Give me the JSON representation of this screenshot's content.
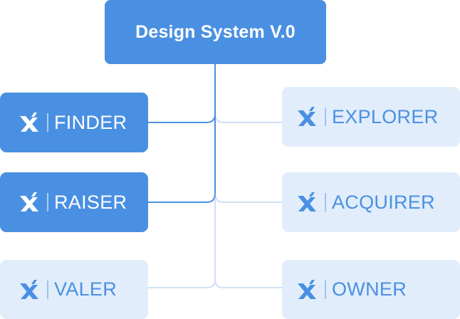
{
  "root": {
    "title": "Design System V.0"
  },
  "nodes": {
    "finder": {
      "label": "FINDER"
    },
    "raiser": {
      "label": "RAISER"
    },
    "valer": {
      "label": "VALER"
    },
    "explorer": {
      "label": "EXPLORER"
    },
    "acquirer": {
      "label": "ACQUIRER"
    },
    "owner": {
      "label": "OWNER"
    }
  },
  "colors": {
    "primary": "#4a90e2",
    "light_fill": "#e1edfb",
    "light_line": "#cfe0f5",
    "white": "#ffffff"
  },
  "icons": {
    "logo": "x-brand-logo-icon"
  }
}
